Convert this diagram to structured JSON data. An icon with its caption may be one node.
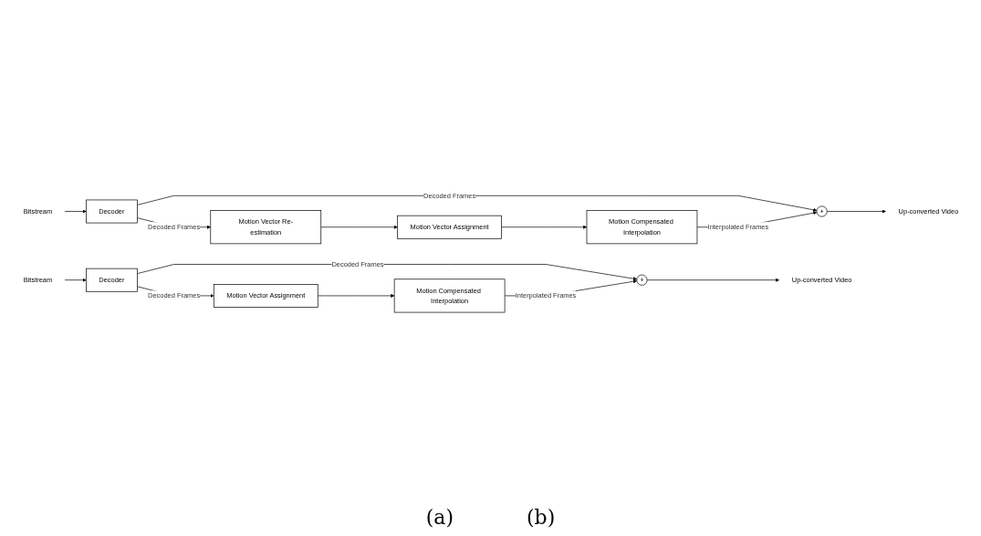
{
  "diagram": {
    "nodes": [
      {
        "text": [
          "Bitstream"
        ]
      },
      {
        "text": [
          "Decoder"
        ]
      },
      {
        "text": [
          "+"
        ]
      },
      {
        "text": [
          "Up-converted Video"
        ]
      },
      {
        "text": [
          "Motion Vector Re-estimation"
        ]
      },
      {
        "text": [
          "Motion Vector Assignment"
        ]
      },
      {
        "text": [
          "Motion Compensated Interpolation"
        ]
      },
      {
        "text": [
          "Bitstream"
        ]
      },
      {
        "text": [
          "Decoder"
        ]
      },
      {
        "text": [
          "+"
        ]
      },
      {
        "text": [
          "Up-converted Video"
        ]
      },
      {
        "text": [
          "Motion Vector Assignment"
        ]
      },
      {
        "text": [
          "Motion Compensated Interpolation"
        ]
      }
    ],
    "edges": [
      {
        "from": 0,
        "to": 1,
        "arrow": "to"
      },
      {
        "from": 1,
        "to": 2,
        "arrow": "to",
        "label": "Decoded Frames"
      },
      {
        "from": 2,
        "to": 3,
        "arrow": "to"
      },
      {
        "from": 1,
        "to": 4,
        "arrow": "to",
        "label": "Decoded Frames"
      },
      {
        "from": 4,
        "to": 5,
        "arrow": "to"
      },
      {
        "from": 5,
        "to": 6,
        "arrow": "to"
      },
      {
        "from": 6,
        "to": 2,
        "arrow": "to",
        "label": "Interpolated Frames"
      },
      {
        "from": 7,
        "to": 8,
        "arrow": "to"
      },
      {
        "from": 8,
        "to": 9,
        "arrow": "to",
        "label": "Decoded Frames"
      },
      {
        "from": 9,
        "to": 10,
        "arrow": "to"
      },
      {
        "from": 8,
        "to": 11,
        "arrow": "to",
        "label": "Decoded Frames"
      },
      {
        "from": 11,
        "to": 12,
        "arrow": "to"
      },
      {
        "from": 12,
        "to": 9,
        "arrow": "to",
        "label": "Interpolated Frames"
      }
    ],
    "labels": [
      "(a)",
      "(b)"
    ]
  }
}
